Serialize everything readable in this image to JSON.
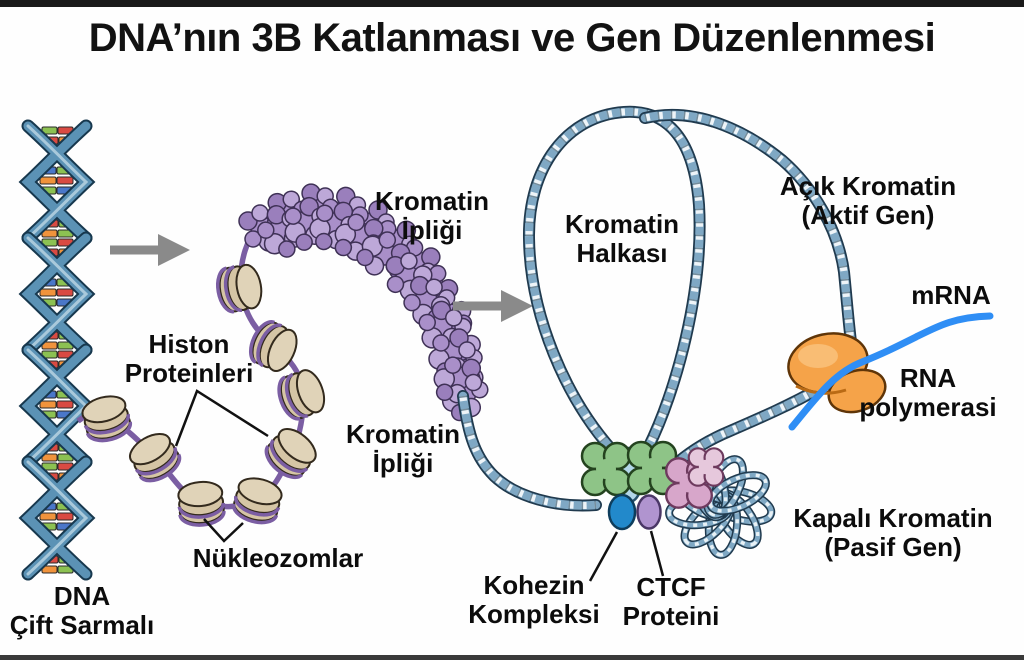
{
  "title": "DNA’nın 3B Katlanması ve Gen Düzenlenmesi",
  "labels": {
    "dna_double_helix": {
      "line1": "DNA",
      "line2": "Çift Sarmalı"
    },
    "histone_proteins": {
      "line1": "Histon",
      "line2": "Proteinleri"
    },
    "nucleosomes": {
      "line1": "Nükleozomlar"
    },
    "chromatin_fiber_upper": {
      "line1": "Kromatin",
      "line2": "İpliği"
    },
    "chromatin_fiber_lower": {
      "line1": "Kromatin",
      "line2": "İpliği"
    },
    "chromatin_loop": {
      "line1": "Kromatin",
      "line2": "Halkası"
    },
    "open_chromatin": {
      "line1": "Açık Kromatin",
      "line2": "(Aktif Gen)"
    },
    "mrna": {
      "line1": "mRNA"
    },
    "rna_polymerase": {
      "line1": "RNA",
      "line2": "polymerasi"
    },
    "closed_chromatin": {
      "line1": "Kapalı Kromatin",
      "line2": "(Pasif Gen)"
    },
    "cohesin_complex": {
      "line1": "Kohezin",
      "line2": "Kompleksi"
    },
    "ctcf_protein": {
      "line1": "CTCF",
      "line2": "Proteini"
    }
  },
  "icons": {
    "transition_arrow": "right-arrow"
  },
  "colors": {
    "background": "#fefefe",
    "text_black": "#0c0c0c",
    "arrow_gray": "#8a8a8a",
    "helix_ribbon_blue": "#5b92b5",
    "helix_outline": "#17384e",
    "base_red": "#d94a42",
    "base_green": "#8cc152",
    "base_orange": "#f0933c",
    "base_blue": "#4a77c9",
    "nucleosome_tan": "#d5c5a5",
    "dna_string_purple": "#7b5ea3",
    "fiber_purple": "#a98fc9",
    "rope_blue": "#7fa8c4",
    "cohesin_green": "#8ec487",
    "ctcf_center_lightblue": "#b2d6e8",
    "ctcf_pink": "#d7a6ca",
    "cohesin_ring_blue": "#2289cb",
    "ctcf_oval_lavender": "#b094cf",
    "polymerase_orange": "#f5a349",
    "mrna_blue": "#2f8ef5"
  }
}
